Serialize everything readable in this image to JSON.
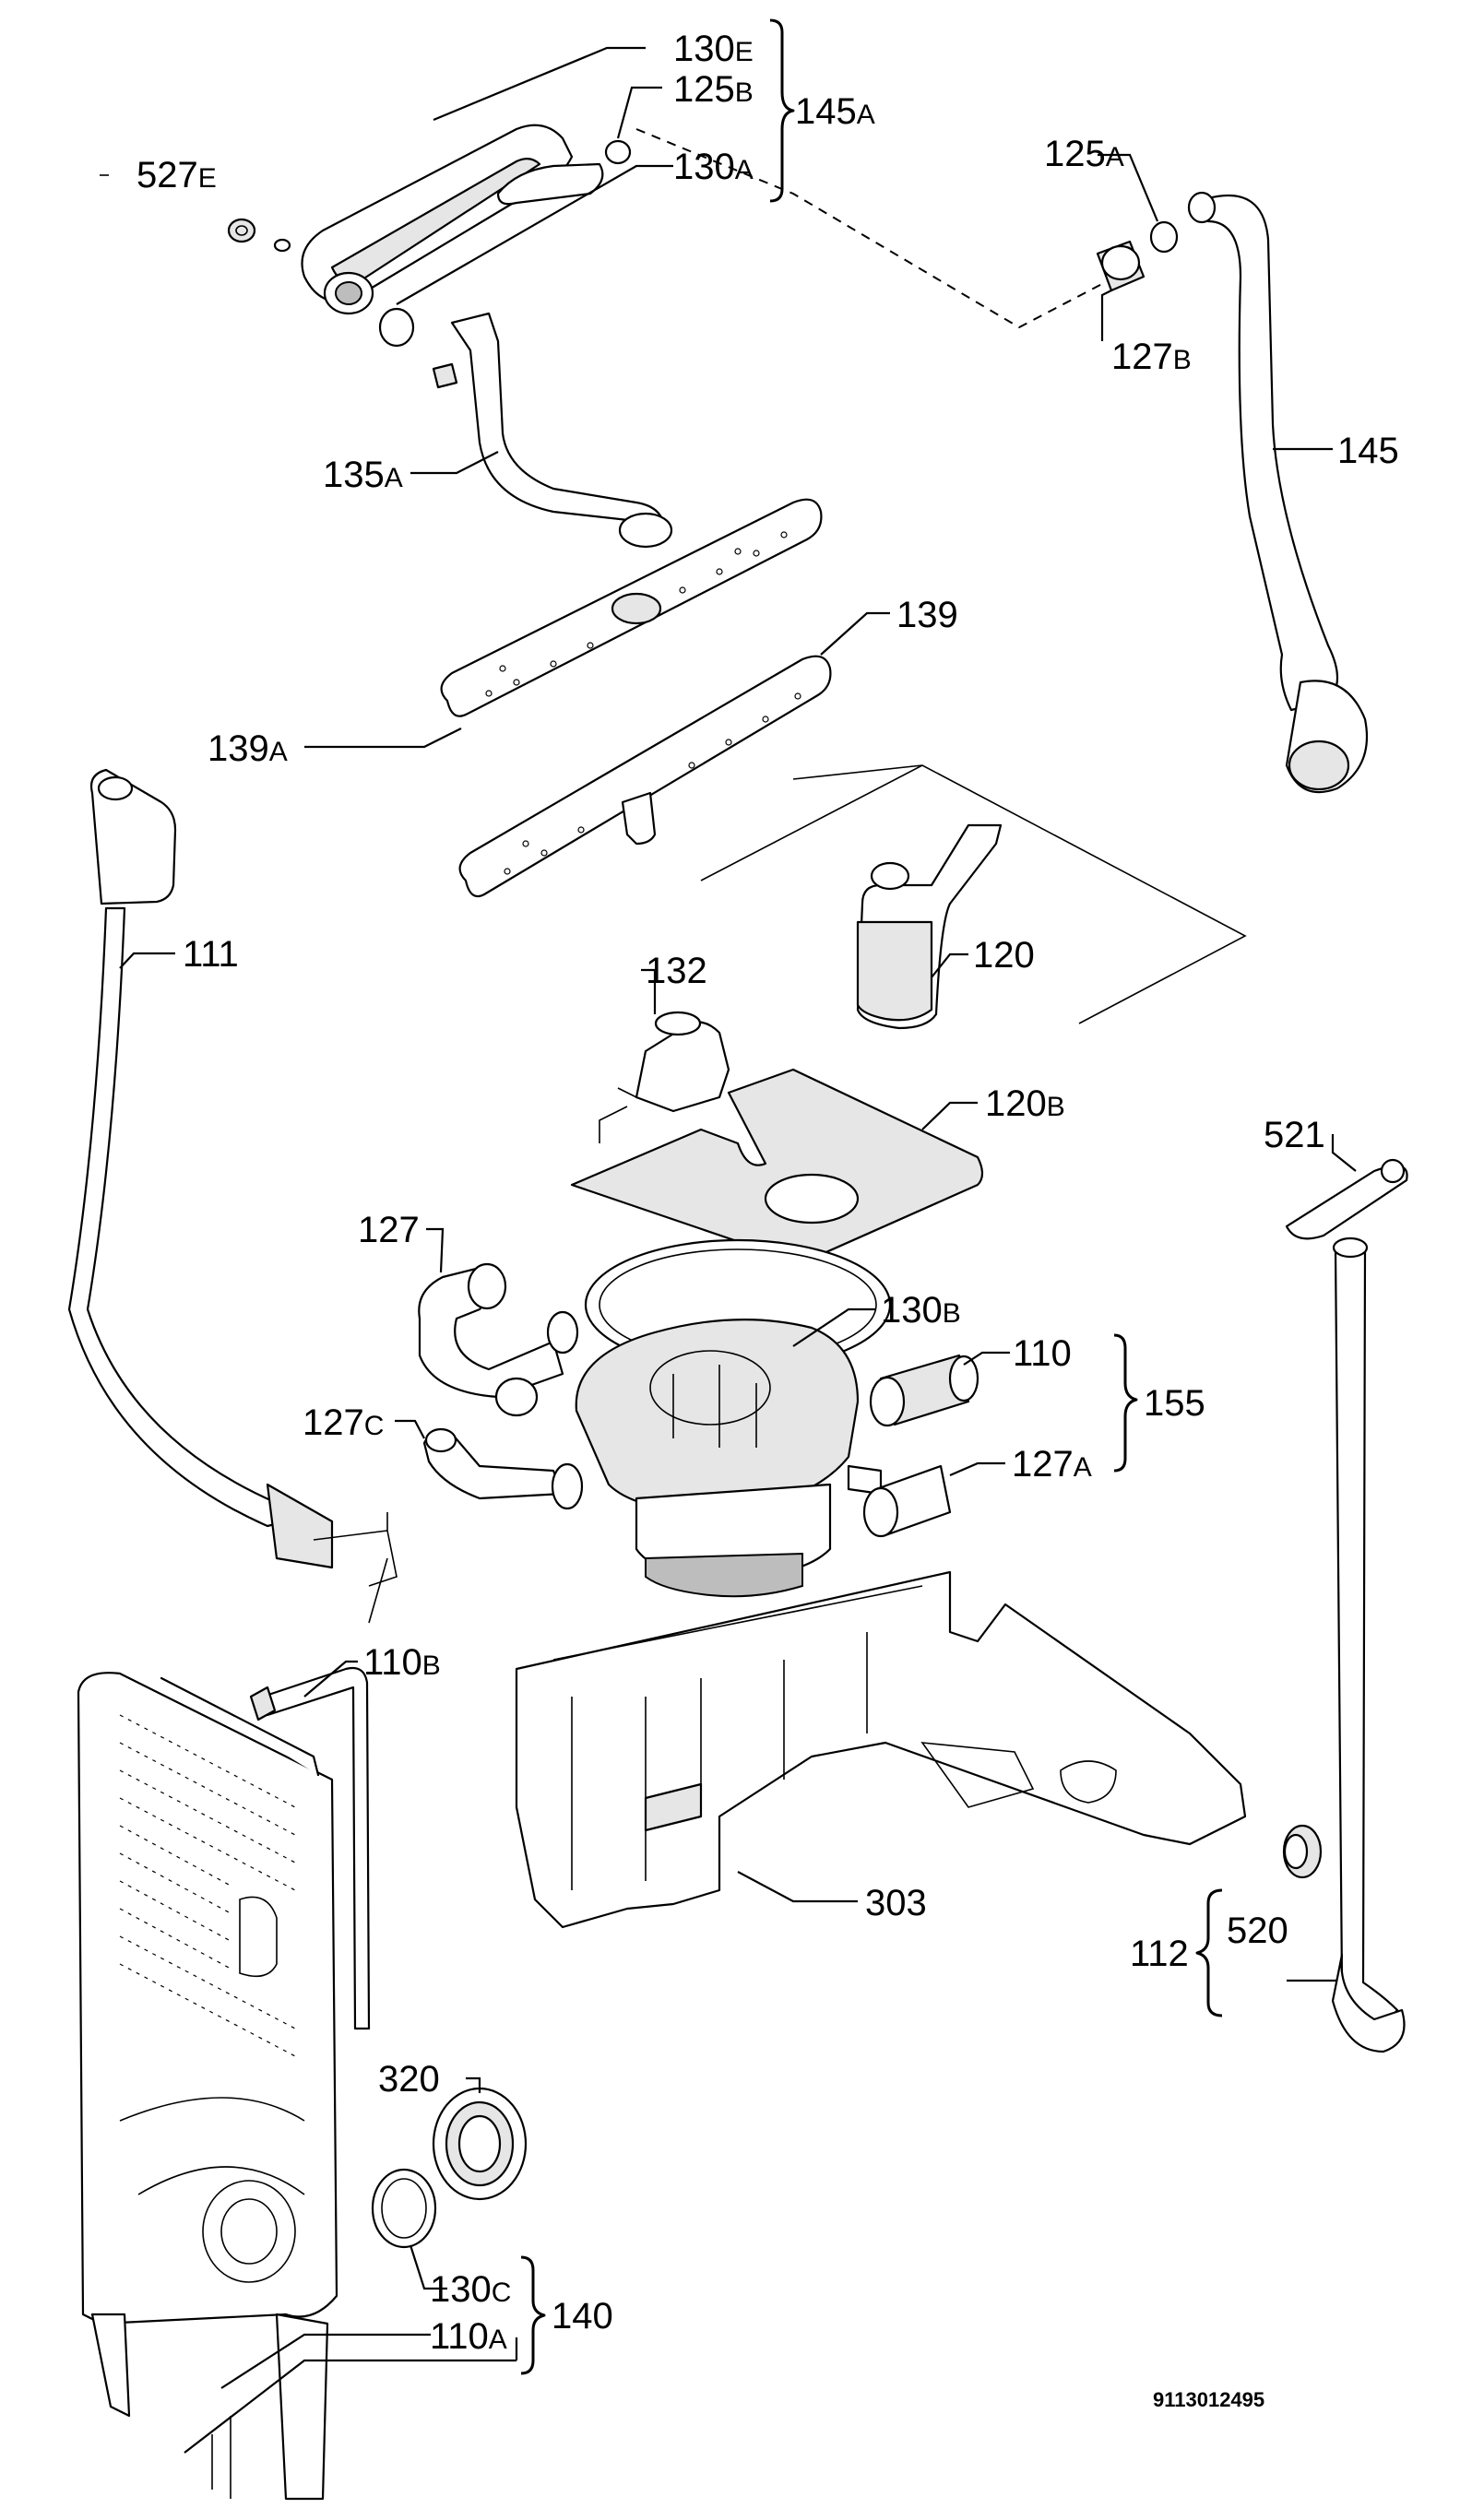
{
  "labels": {
    "l130E": {
      "num": "130",
      "suf": "E"
    },
    "l125B": {
      "num": "125",
      "suf": "B"
    },
    "l145A": {
      "num": "145",
      "suf": "A"
    },
    "l130A": {
      "num": "130",
      "suf": "A"
    },
    "l527E": {
      "num": "527",
      "suf": "E"
    },
    "l125A": {
      "num": "125",
      "suf": "A"
    },
    "l127B": {
      "num": "127",
      "suf": "B"
    },
    "l145": {
      "num": "145",
      "suf": ""
    },
    "l135A": {
      "num": "135",
      "suf": "A"
    },
    "l139": {
      "num": "139",
      "suf": ""
    },
    "l139A": {
      "num": "139",
      "suf": "A"
    },
    "l111": {
      "num": "111",
      "suf": ""
    },
    "l132": {
      "num": "132",
      "suf": ""
    },
    "l120": {
      "num": "120",
      "suf": ""
    },
    "l120B": {
      "num": "120",
      "suf": "B"
    },
    "l521": {
      "num": "521",
      "suf": ""
    },
    "l127": {
      "num": "127",
      "suf": ""
    },
    "l130B": {
      "num": "130",
      "suf": "B"
    },
    "l110": {
      "num": "110",
      "suf": ""
    },
    "l155": {
      "num": "155",
      "suf": ""
    },
    "l127C": {
      "num": "127",
      "suf": "C"
    },
    "l127A": {
      "num": "127",
      "suf": "A"
    },
    "l110B": {
      "num": "110",
      "suf": "B"
    },
    "l303": {
      "num": "303",
      "suf": ""
    },
    "l112": {
      "num": "112",
      "suf": ""
    },
    "l520": {
      "num": "520",
      "suf": ""
    },
    "l320": {
      "num": "320",
      "suf": ""
    },
    "l130C": {
      "num": "130",
      "suf": "C"
    },
    "l140": {
      "num": "140",
      "suf": ""
    },
    "l110A": {
      "num": "110",
      "suf": "A"
    }
  },
  "diagram_code": "9113012495"
}
